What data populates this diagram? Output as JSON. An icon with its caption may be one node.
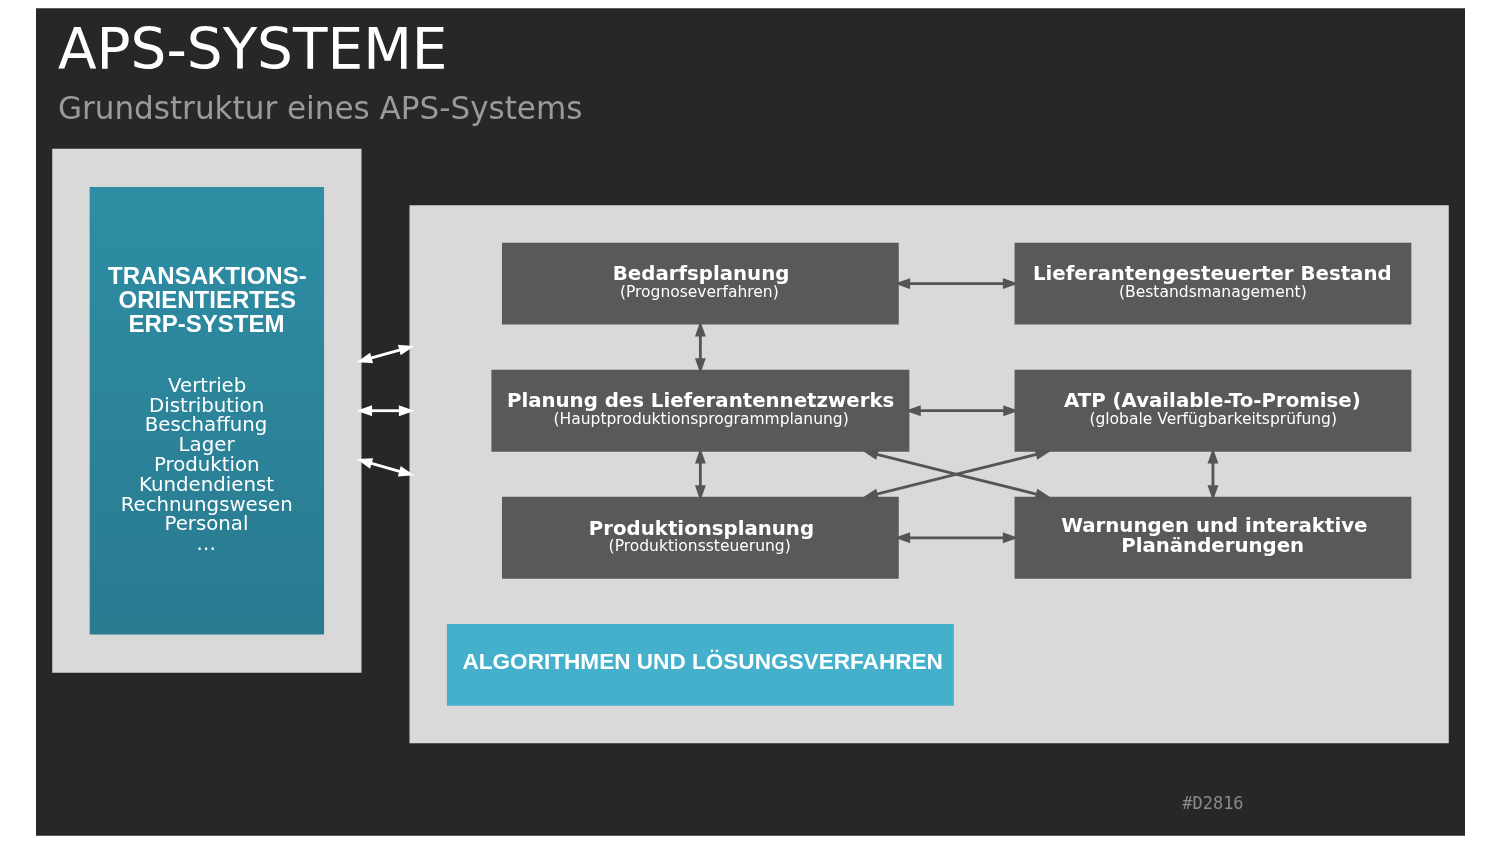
{
  "diagram": {
    "title": "APS-SYSTEME",
    "caption": "Grundstruktur eines APS-Systems",
    "nodes": [
      {
        "text": [],
        "shape": "box"
      },
      {
        "text": [
          "TRANSAKTIONS-ORIENTIERTES ERP-SYSTEM",
          "Vertrieb",
          "Distribution",
          "Beschaffung",
          "Lager",
          "Produktion",
          "Kundendienst",
          "Rechnungswesen",
          "Personal",
          "…"
        ],
        "in": 0
      },
      {
        "text": [],
        "shape": "box"
      },
      {
        "text": [
          "Bedarfsplanung",
          "(Prognoseverfahren)"
        ],
        "in": 2
      },
      {
        "text": [
          "Lieferantengesteuerter Bestand",
          "(Bestandsmanagement)"
        ],
        "in": 2
      },
      {
        "text": [
          "Planung des Lieferantennetzwerks",
          "(Hauptproduktionsprogrammplanung)"
        ],
        "in": 2
      },
      {
        "text": [
          "ATP (Available-To-Promise)",
          "(globale Verfügbarkeitsprüfung)"
        ],
        "in": 2
      },
      {
        "text": [
          "Produktionsplanung",
          "(Produktionssteuerung)"
        ],
        "in": 2
      },
      {
        "text": [
          "Warnungen und interaktive Planänderungen"
        ],
        "in": 2
      },
      {
        "text": [
          "ALGORITHMEN UND LÖSUNGSVERFAHREN"
        ],
        "in": 2
      }
    ],
    "edges": [
      {
        "from": 0,
        "to": 2,
        "arrow": "both",
        "color": "#ffffff"
      },
      {
        "from": 0,
        "to": 2,
        "arrow": "both",
        "color": "#ffffff"
      },
      {
        "from": 0,
        "to": 2,
        "arrow": "both",
        "color": "#ffffff"
      },
      {
        "from": 3,
        "to": 4,
        "arrow": "both"
      },
      {
        "from": 3,
        "to": 5,
        "arrow": "both"
      },
      {
        "from": 5,
        "to": 6,
        "arrow": "both"
      },
      {
        "from": 5,
        "to": 7,
        "arrow": "both"
      },
      {
        "from": 6,
        "to": 8,
        "arrow": "both"
      },
      {
        "from": 5,
        "to": 8,
        "arrow": "both"
      },
      {
        "from": 6,
        "to": 7,
        "arrow": "both"
      },
      {
        "from": 7,
        "to": 8,
        "arrow": "both"
      }
    ],
    "labels": [
      "#D2816"
    ]
  }
}
